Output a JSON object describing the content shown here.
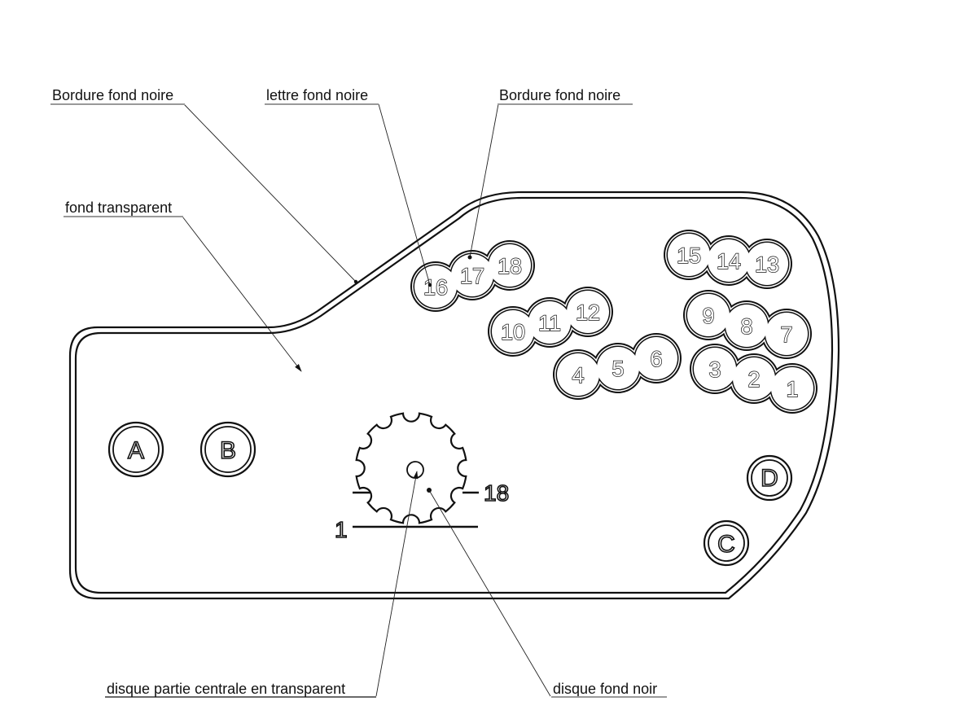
{
  "labels": {
    "top_left": "Bordure fond noire",
    "top_middle": "lettre fond noire",
    "top_right": "Bordure fond noire",
    "fond": "fond transparent",
    "bottom_left": "disque partie centrale en transparent",
    "bottom_right": "disque fond noir"
  },
  "hole_groups": [
    {
      "name": "group-16-18",
      "numbers": [
        "16",
        "17",
        "18"
      ]
    },
    {
      "name": "group-10-12",
      "numbers": [
        "10",
        "11",
        "12"
      ]
    },
    {
      "name": "group-4-6",
      "numbers": [
        "4",
        "5",
        "6"
      ]
    },
    {
      "name": "group-13-15",
      "numbers": [
        "15",
        "14",
        "13"
      ]
    },
    {
      "name": "group-7-9",
      "numbers": [
        "9",
        "8",
        "7"
      ]
    },
    {
      "name": "group-1-3",
      "numbers": [
        "3",
        "2",
        "1"
      ]
    }
  ],
  "buttons": {
    "a": "A",
    "b": "B",
    "c": "C",
    "d": "D"
  },
  "disk": {
    "start_label": "1",
    "end_label": "18"
  }
}
